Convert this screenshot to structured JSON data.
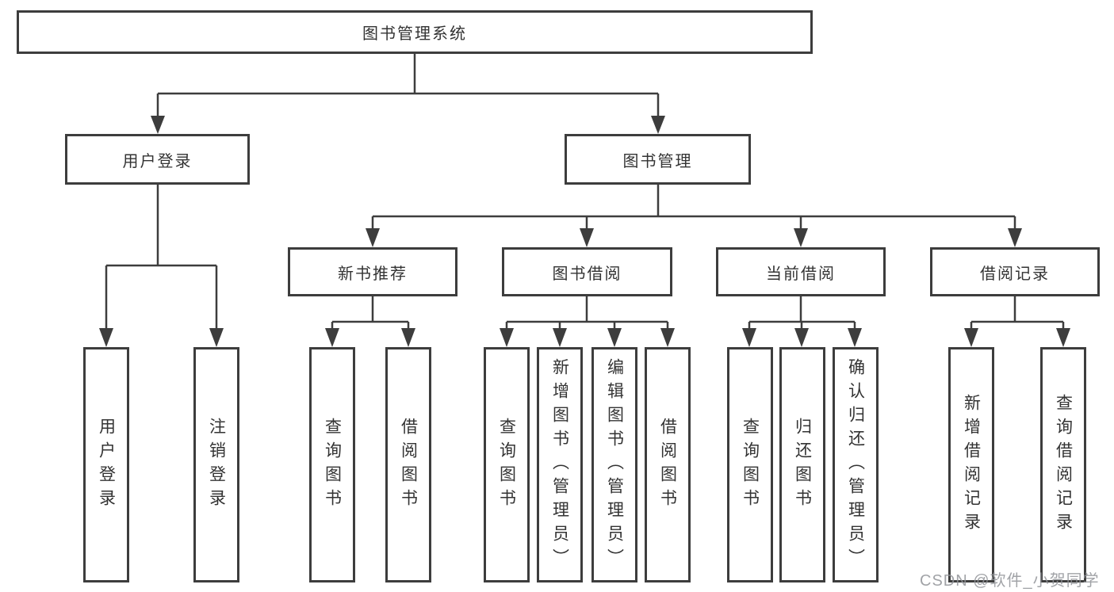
{
  "diagram": {
    "root": {
      "label": "图书管理系统"
    },
    "level2": [
      {
        "label": "用户登录"
      },
      {
        "label": "图书管理"
      }
    ],
    "level3": [
      {
        "label": "新书推荐"
      },
      {
        "label": "图书借阅"
      },
      {
        "label": "当前借阅"
      },
      {
        "label": "借阅记录"
      }
    ],
    "leaves": {
      "user_login": [
        "用户登录",
        "注销登录"
      ],
      "new_book_rec": [
        "查询图书",
        "借阅图书"
      ],
      "book_borrow": [
        "查询图书",
        "新增图书（管理员）",
        "编辑图书（管理员）",
        "借阅图书"
      ],
      "current_borrow": [
        "查询图书",
        "归还图书",
        "确认归还（管理员）"
      ],
      "borrow_record": [
        "新增借阅记录",
        "查询借阅记录"
      ]
    }
  },
  "watermark": {
    "text": "CSDN @软件_小贺同学"
  },
  "colors": {
    "line": "#3d3d3d",
    "text": "#333333",
    "watermark": "#919398",
    "background": "#ffffff"
  }
}
